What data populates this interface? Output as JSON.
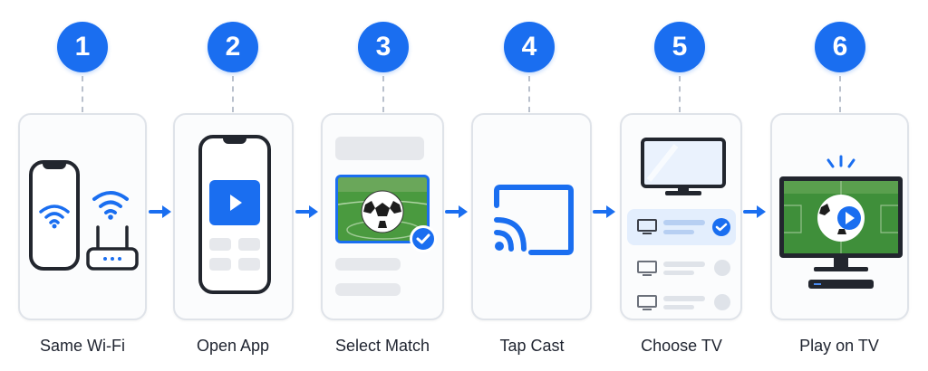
{
  "steps": [
    {
      "number": "1",
      "label": "Same Wi-Fi"
    },
    {
      "number": "2",
      "label": "Open App"
    },
    {
      "number": "3",
      "label": "Select Match"
    },
    {
      "number": "4",
      "label": "Tap Cast"
    },
    {
      "number": "5",
      "label": "Choose TV"
    },
    {
      "number": "6",
      "label": "Play on TV"
    }
  ],
  "colors": {
    "accent": "#1a6ef0",
    "dark": "#22262e",
    "card_border": "#dfe3e9",
    "field": "#3f8f3a"
  }
}
